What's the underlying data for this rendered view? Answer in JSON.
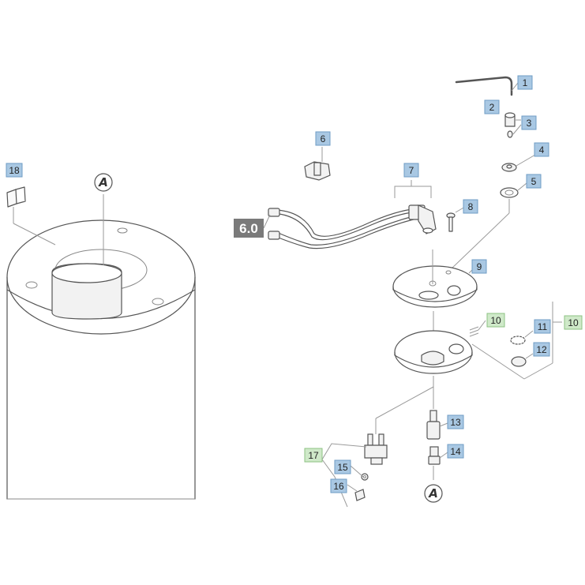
{
  "colors": {
    "callout_blue": "#a9c8e3",
    "callout_blue_border": "#6f9cc4",
    "callout_green": "#cfe9c9",
    "callout_green_border": "#8cc283",
    "ref_box": "#7a7a7a",
    "panel_background": "#ffffff"
  },
  "reference": {
    "label": "6.0"
  },
  "detail_letters": [
    "A",
    "A"
  ],
  "callouts": [
    {
      "label": "1",
      "color": "blue"
    },
    {
      "label": "2",
      "color": "blue"
    },
    {
      "label": "3",
      "color": "blue"
    },
    {
      "label": "4",
      "color": "blue"
    },
    {
      "label": "5",
      "color": "blue"
    },
    {
      "label": "6",
      "color": "blue"
    },
    {
      "label": "7",
      "color": "blue"
    },
    {
      "label": "8",
      "color": "blue"
    },
    {
      "label": "9",
      "color": "blue"
    },
    {
      "label": "10",
      "color": "green"
    },
    {
      "label": "11",
      "color": "blue"
    },
    {
      "label": "10",
      "color": "green"
    },
    {
      "label": "12",
      "color": "blue"
    },
    {
      "label": "13",
      "color": "blue"
    },
    {
      "label": "14",
      "color": "blue"
    },
    {
      "label": "17",
      "color": "green"
    },
    {
      "label": "15",
      "color": "blue"
    },
    {
      "label": "16",
      "color": "blue"
    },
    {
      "label": "18",
      "color": "blue"
    }
  ]
}
